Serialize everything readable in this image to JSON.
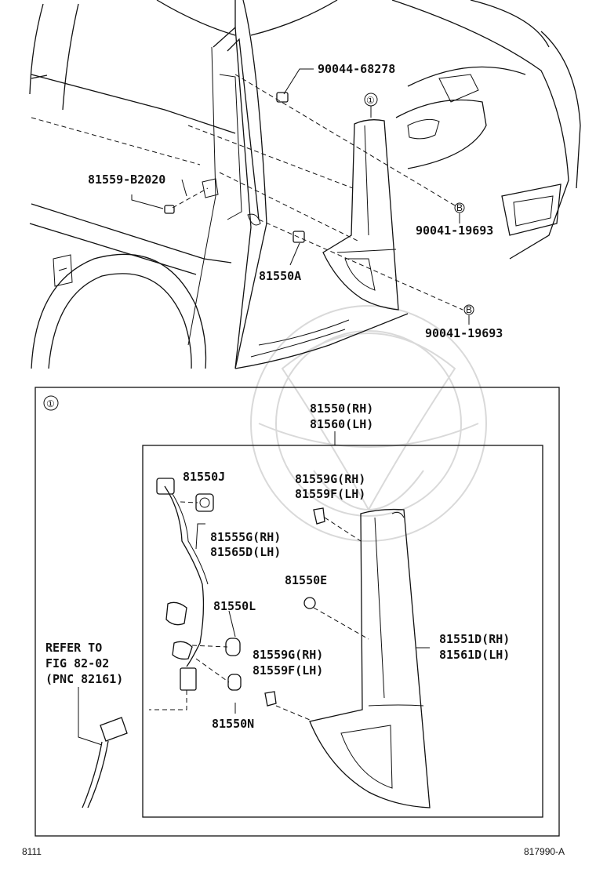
{
  "top_callouts": {
    "p90044": "90044-68278",
    "p81559b": "81559-B2020",
    "p81550a": "81550A",
    "p90041_a": "90041-19693",
    "p90041_b": "90041-19693",
    "circle_ref": "①",
    "b_marker": "B"
  },
  "detail": {
    "circle_ref": "①",
    "assembly_rh": "81550(RH)",
    "assembly_lh": "81560(LH)",
    "socket_j": "81550J",
    "wire_rh": "81555G(RH)",
    "wire_lh": "81565D(LH)",
    "screw_top_rh": "81559G(RH)",
    "screw_top_lh": "81559F(LH)",
    "nut_e": "81550E",
    "bulb_l": "81550L",
    "screw_bot_rh": "81559G(RH)",
    "screw_bot_lh": "81559F(LH)",
    "bulb_n": "81550N",
    "lens_rh": "81551D(RH)",
    "lens_lh": "81561D(LH)",
    "refer_line1": "REFER TO",
    "refer_line2": "FIG 82-02",
    "refer_line3": "(PNC 82161)"
  },
  "footer": {
    "left_code": "8111",
    "right_code": "817990-A"
  }
}
